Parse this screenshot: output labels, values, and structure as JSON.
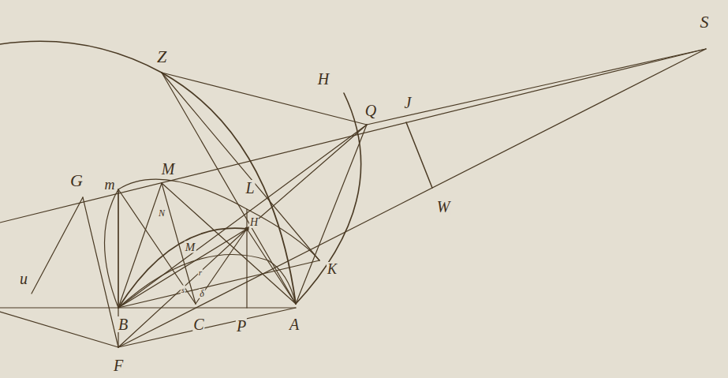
{
  "diagram": {
    "labels": [
      "Z",
      "H",
      "Q",
      "J",
      "S",
      "W",
      "G",
      "m",
      "M",
      "L",
      "N",
      "H",
      "M",
      "K",
      "u",
      "B",
      "C",
      "P",
      "A",
      "F",
      "r",
      "s",
      "δ"
    ]
  }
}
